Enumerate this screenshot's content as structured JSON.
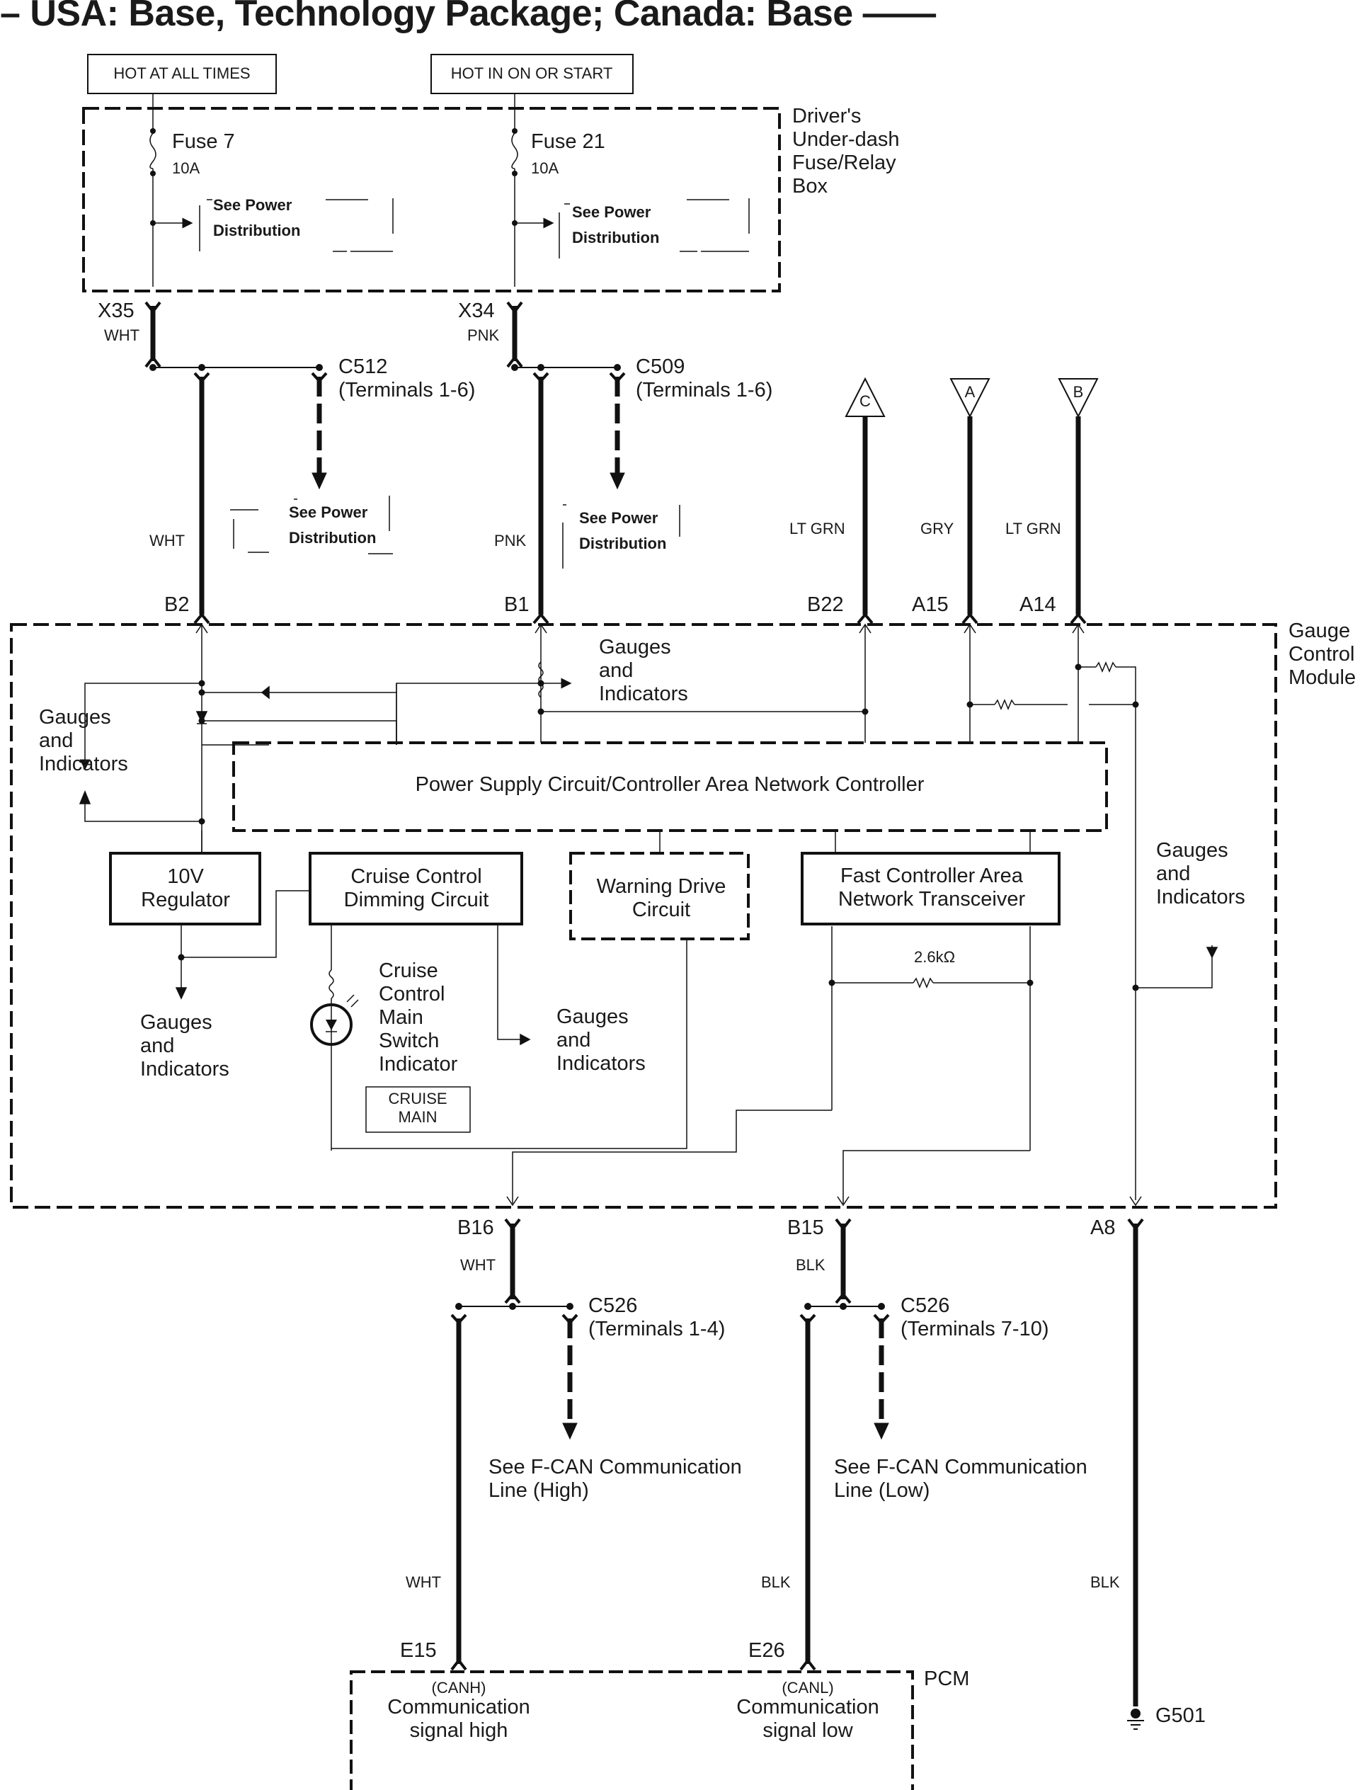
{
  "title": "– USA: Base, Technology Package; Canada: Base ——",
  "power_sources": {
    "hot_at_all_times": "HOT AT ALL TIMES",
    "hot_in_on_or_start": "HOT IN ON OR START"
  },
  "fuse_box": {
    "label_lines": [
      "Driver's",
      "Under-dash",
      "Fuse/Relay",
      "Box"
    ],
    "fuses": [
      {
        "name": "Fuse 7",
        "rating": "10A",
        "ref_line1": "See Power",
        "ref_line2": "Distribution"
      },
      {
        "name": "Fuse 21",
        "rating": "10A",
        "ref_line1": "See Power",
        "ref_line2": "Distribution"
      }
    ]
  },
  "upper_connectors": {
    "x35": {
      "name": "X35",
      "color": "WHT"
    },
    "x34": {
      "name": "X34",
      "color": "PNK"
    },
    "c512": {
      "name": "C512",
      "terminals": "(Terminals 1-6)",
      "ref_line1": "See Power",
      "ref_line2": "Distribution"
    },
    "c509": {
      "name": "C509",
      "terminals": "(Terminals 1-6)",
      "ref_line1": "See Power",
      "ref_line2": "Distribution"
    }
  },
  "module_inputs": [
    {
      "pin": "B2",
      "wire_color": "WHT"
    },
    {
      "pin": "B1",
      "wire_color": "PNK"
    },
    {
      "pin": "B22",
      "wire_color": "LT GRN",
      "offpage": "C"
    },
    {
      "pin": "A15",
      "wire_color": "GRY",
      "offpage": "A"
    },
    {
      "pin": "A14",
      "wire_color": "LT GRN",
      "offpage": "B"
    }
  ],
  "gauge_module": {
    "label_lines": [
      "Gauge",
      "Control",
      "Module"
    ],
    "gauges_text": [
      "Gauges",
      "and",
      "Indicators"
    ],
    "power_supply": "Power Supply Circuit/Controller Area Network Controller",
    "regulator": [
      "10V",
      "Regulator"
    ],
    "cruise_dimming": [
      "Cruise Control",
      "Dimming Circuit"
    ],
    "warning_drive": [
      "Warning Drive",
      "Circuit"
    ],
    "fast_can": [
      "Fast Controller Area",
      "Network Transceiver"
    ],
    "resistor_value": "2.6kΩ",
    "cruise_indicator": [
      "Cruise",
      "Control",
      "Main",
      "Switch",
      "Indicator"
    ],
    "cruise_badge": [
      "CRUISE",
      "MAIN"
    ]
  },
  "module_outputs": [
    {
      "pin": "B16",
      "wire_color": "WHT"
    },
    {
      "pin": "B15",
      "wire_color": "BLK"
    },
    {
      "pin": "A8",
      "wire_color": "BLK"
    }
  ],
  "lower_connectors": {
    "c526_high": {
      "name": "C526",
      "terminals": "(Terminals 1-4)",
      "ref_line1": "See F-CAN Communication",
      "ref_line2": "Line (High)"
    },
    "c526_low": {
      "name": "C526",
      "terminals": "(Terminals 7-10)",
      "ref_line1": "See F-CAN Communication",
      "ref_line2": "Line (Low)"
    }
  },
  "pcm": {
    "label": "PCM",
    "pins": [
      {
        "pin": "E15",
        "wire_color": "WHT",
        "signal": "(CANH)",
        "desc1": "Communication",
        "desc2": "signal high"
      },
      {
        "pin": "E26",
        "wire_color": "BLK",
        "signal": "(CANL)",
        "desc1": "Communication",
        "desc2": "signal low"
      }
    ]
  },
  "ground": {
    "name": "G501",
    "wire_color": "BLK"
  }
}
